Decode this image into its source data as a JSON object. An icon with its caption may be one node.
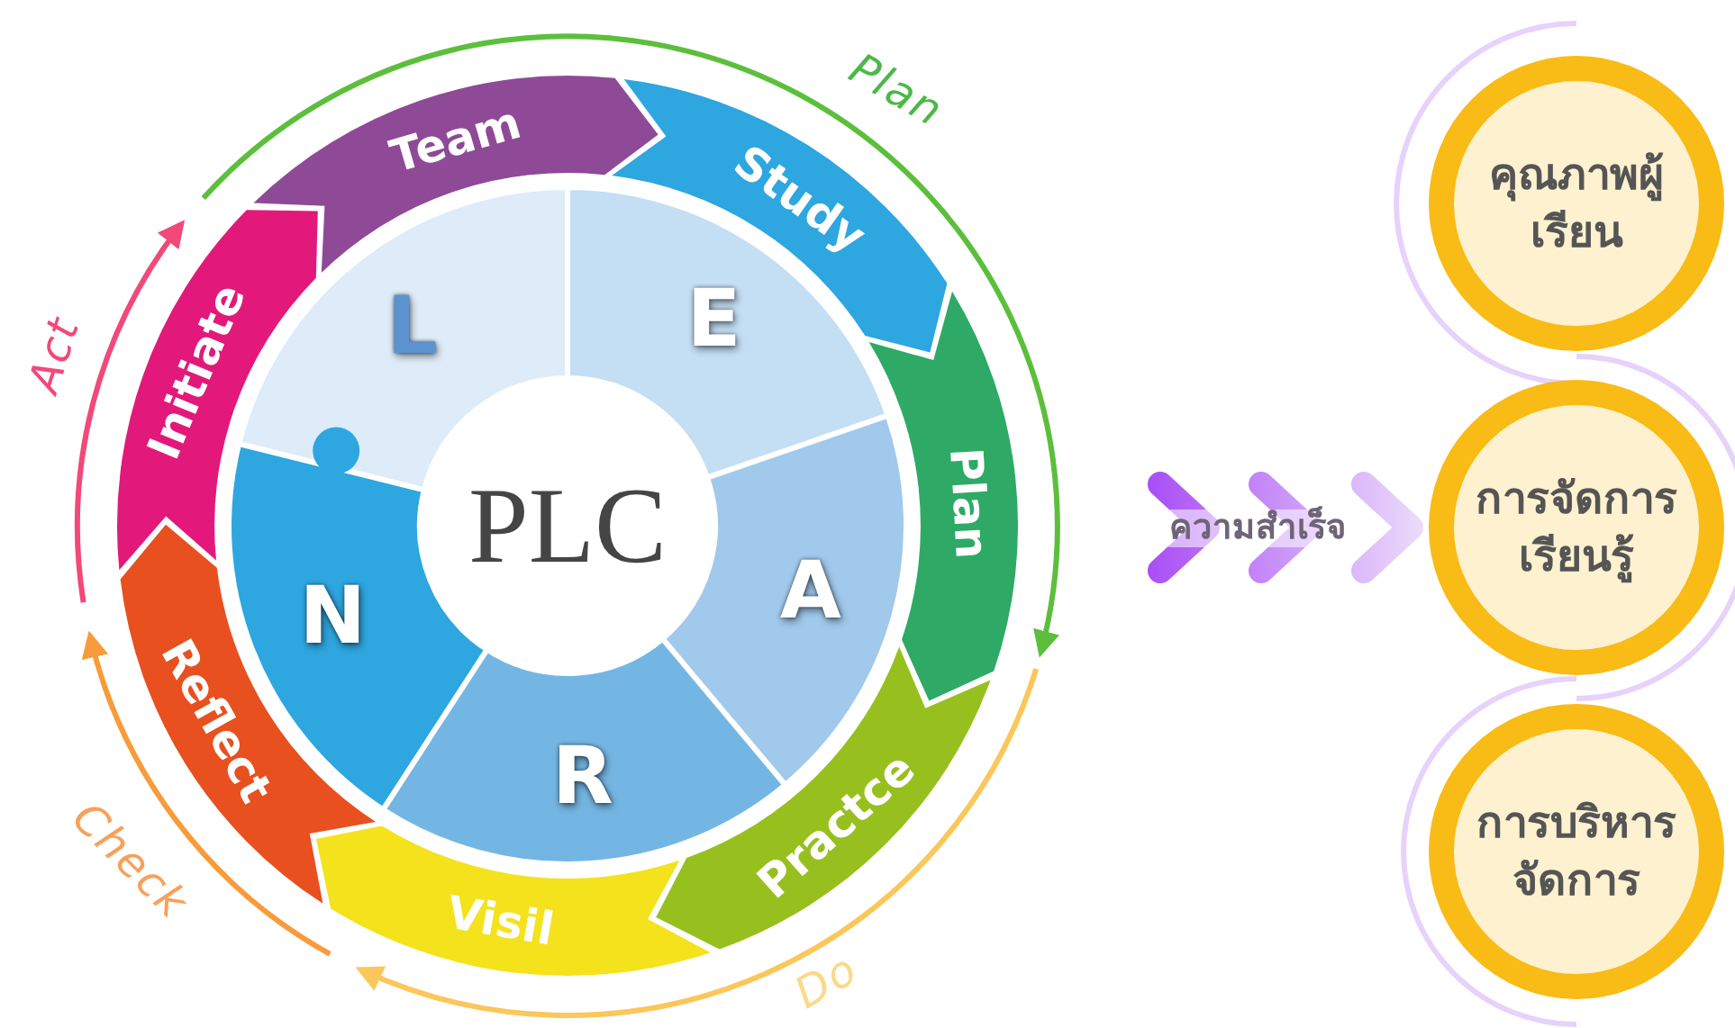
{
  "diagram": {
    "nodes": [
      {
        "text": [
          "PLC"
        ]
      },
      {
        "text": [
          "L"
        ]
      },
      {
        "text": [
          "E"
        ]
      },
      {
        "text": [
          "A"
        ]
      },
      {
        "text": [
          "R"
        ]
      },
      {
        "text": [
          "N"
        ]
      },
      {
        "text": [
          "Team"
        ]
      },
      {
        "text": [
          "Study"
        ]
      },
      {
        "text": [
          "Plan"
        ]
      },
      {
        "text": [
          "Practce"
        ]
      },
      {
        "text": [
          "Visil"
        ]
      },
      {
        "text": [
          "Reflect"
        ]
      },
      {
        "text": [
          "Initiate"
        ]
      },
      {
        "text": [
          "คุณภาพผู้เรียน"
        ]
      },
      {
        "text": [
          "การจัดการเรียนรู้"
        ]
      },
      {
        "text": [
          "การบริหารจัดการ"
        ]
      }
    ],
    "edges": [
      {
        "from": null,
        "to": 14,
        "arrow": "to",
        "label": "ความสำเร็จ"
      }
    ],
    "labels": [
      "Plan",
      "Act",
      "Check",
      "Do"
    ]
  }
}
